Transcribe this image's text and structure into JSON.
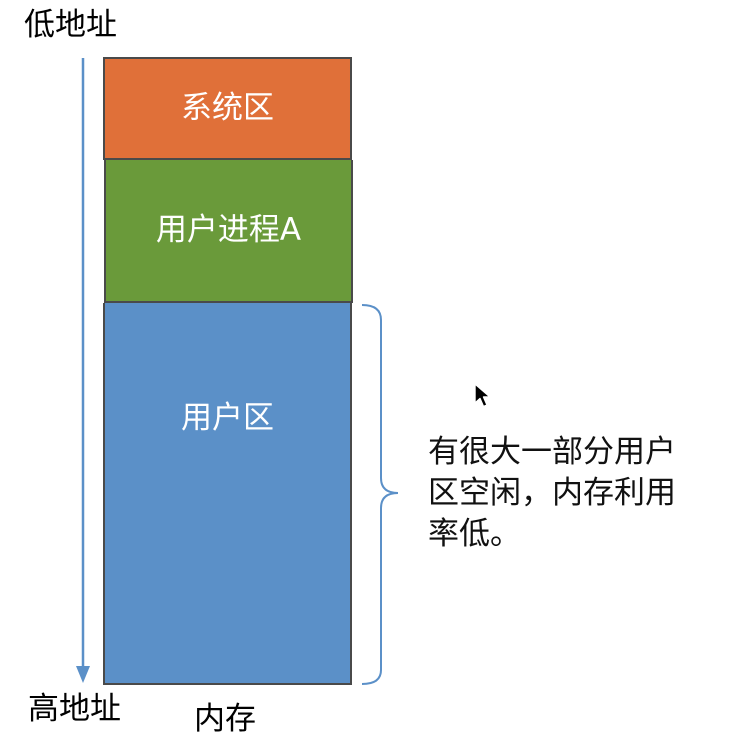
{
  "address": {
    "low": "低地址",
    "high": "高地址"
  },
  "memory": {
    "label": "内存",
    "regions": [
      {
        "name": "系统区",
        "color": "#e07039"
      },
      {
        "name": "用户进程A",
        "color": "#6a9a3a"
      },
      {
        "name": "用户区",
        "color": "#5b90c8"
      }
    ]
  },
  "note": {
    "lines": [
      "有很大一部分用户",
      "区空闲，内存利用",
      "率低。"
    ]
  },
  "colors": {
    "axis": "#5b90c8",
    "brace": "#5b90c8",
    "border": "#4a4a4a"
  },
  "icons": {
    "cursor": "mouse-pointer-icon"
  }
}
